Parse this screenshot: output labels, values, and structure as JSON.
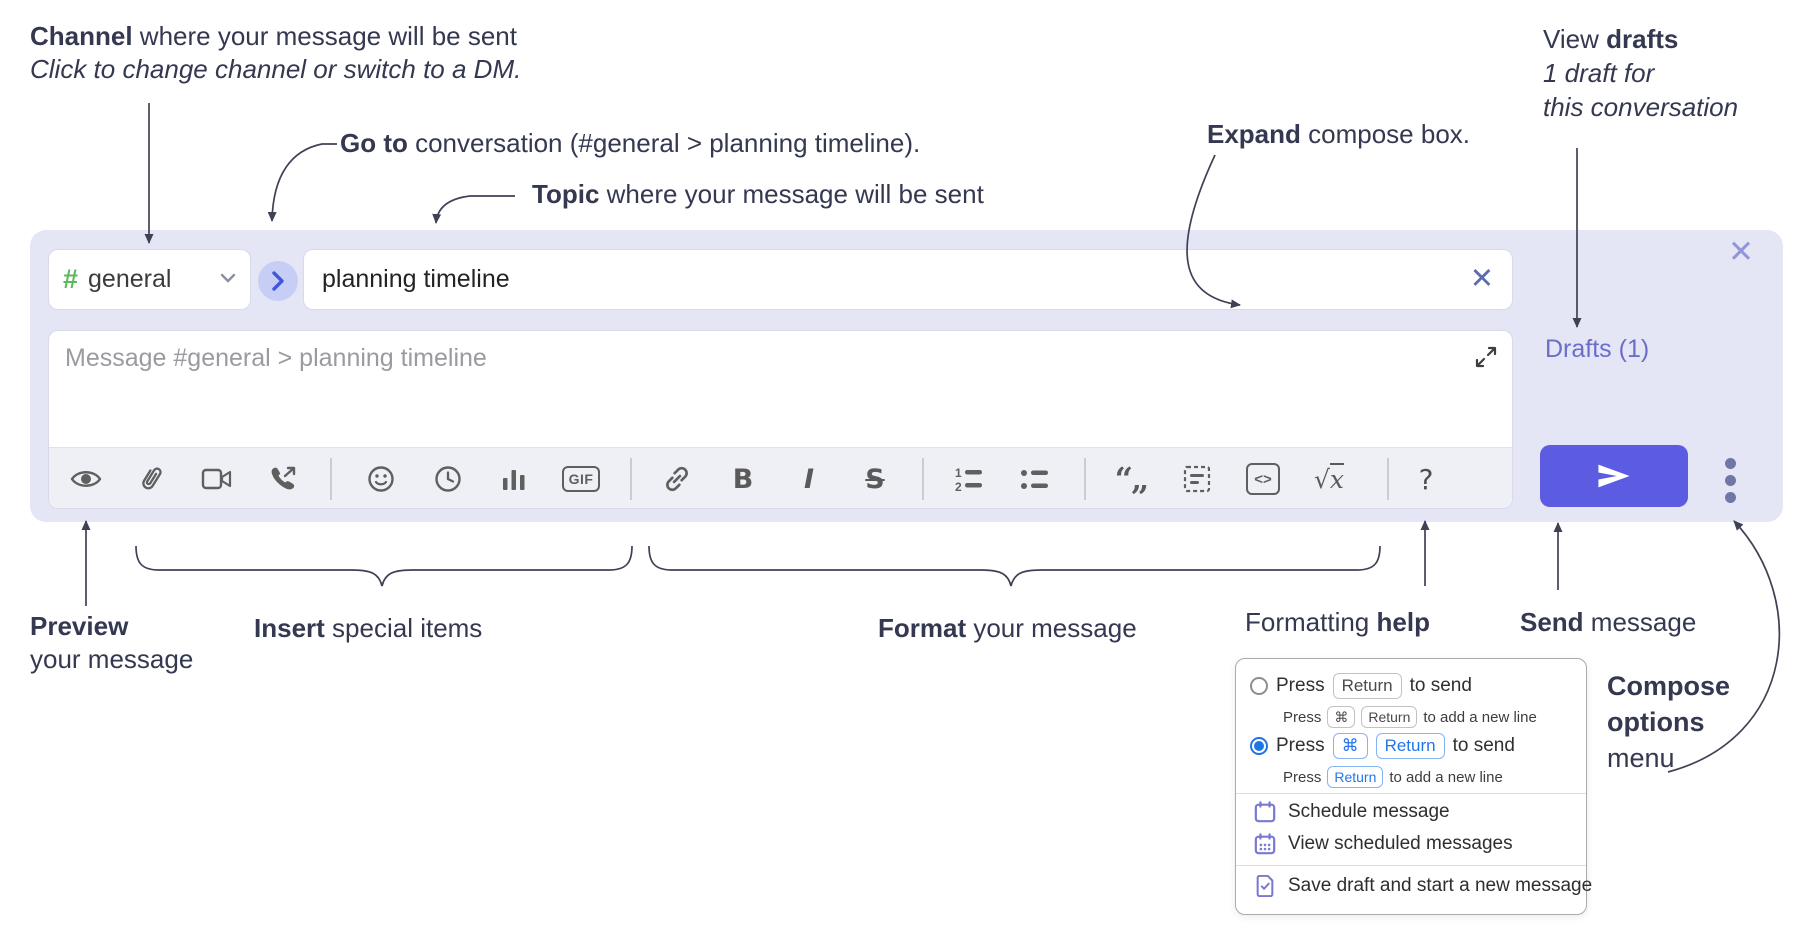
{
  "annotations": {
    "channel": {
      "bold": "Channel",
      "rest": " where your message will be sent",
      "sub": "Click to change channel or switch to a DM."
    },
    "goto": {
      "bold": "Go to",
      "rest": " conversation (#general > planning timeline)."
    },
    "topic": {
      "bold": "Topic",
      "rest": " where your message will be sent"
    },
    "expand": {
      "bold": "Expand",
      "rest": " compose box."
    },
    "view_drafts": {
      "pre": "View ",
      "bold": "drafts",
      "line2": "1 draft for",
      "line3": "this conversation"
    },
    "preview": {
      "bold": "Preview",
      "line2": "your message"
    },
    "insert": {
      "bold": "Insert",
      "rest": " special items"
    },
    "format": {
      "bold": "Format",
      "rest": " your message"
    },
    "help": {
      "pre": "Formatting ",
      "bold": "help"
    },
    "send": {
      "bold": "Send",
      "rest": " message"
    },
    "compose_options": {
      "line1": "Compose",
      "line2": "options",
      "line3": "menu"
    }
  },
  "compose": {
    "channel_name": "general",
    "channel_hash": "#",
    "dropdown_chevron": "⌄",
    "goto_chevron": "›",
    "topic_value": "planning timeline",
    "topic_clear": "✕",
    "close": "✕",
    "message_placeholder": "Message #general > planning timeline",
    "drafts_label": "Drafts (1)"
  },
  "toolbar": {
    "bold_label": "B",
    "italic_label": "I",
    "strike_label": "S",
    "gif_label": "GIF",
    "ol_1": "1",
    "ol_2": "2",
    "quote_glyphs": "“„",
    "code_glyph": "<>",
    "math_root": "√",
    "math_var": "x",
    "help_label": "?"
  },
  "options_menu": {
    "option_enter": {
      "press": "Press",
      "key": "Return",
      "suffix": "to send",
      "sub_press": "Press",
      "sub_key1": "⌘",
      "sub_key2": "Return",
      "sub_suffix": "to add a new line"
    },
    "option_cmd_enter": {
      "press": "Press",
      "key1": "⌘",
      "key2": "Return",
      "suffix": "to send",
      "sub_press": "Press",
      "sub_key": "Return",
      "sub_suffix": "to add a new line"
    },
    "schedule": "Schedule message",
    "view_scheduled": "View scheduled messages",
    "save_draft": "Save draft and start a new message"
  },
  "colors": {
    "compose_bg": "#e4e6f5",
    "send_button": "#5b5ce2",
    "drafts_link": "#6b6ec9",
    "channel_hash_green": "#5cb85c",
    "goto_circle_bg": "#c7cef5",
    "goto_chevron_blue": "#4355dd",
    "kbd_blue": "#2476e8",
    "menu_icon_purple": "#7779d3",
    "annotation_text": "#343850"
  }
}
